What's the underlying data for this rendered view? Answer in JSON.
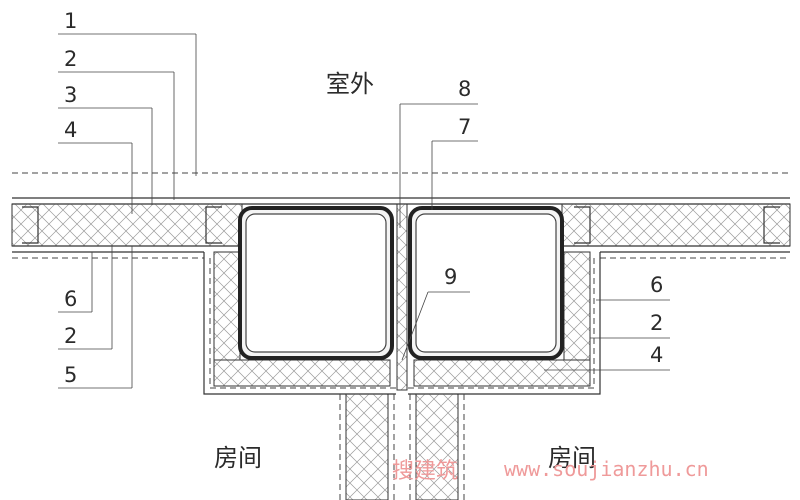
{
  "labels": {
    "outdoor": "室外",
    "room_left": "房间",
    "room_right": "房间",
    "left_callouts": [
      "1",
      "2",
      "3",
      "4",
      "6",
      "2",
      "5"
    ],
    "right_top": [
      "8",
      "7"
    ],
    "center": "9",
    "right_callouts": [
      "6",
      "2",
      "4"
    ]
  },
  "watermark": {
    "cn": "搜建筑",
    "url": "www.soujianzhu.cn"
  }
}
